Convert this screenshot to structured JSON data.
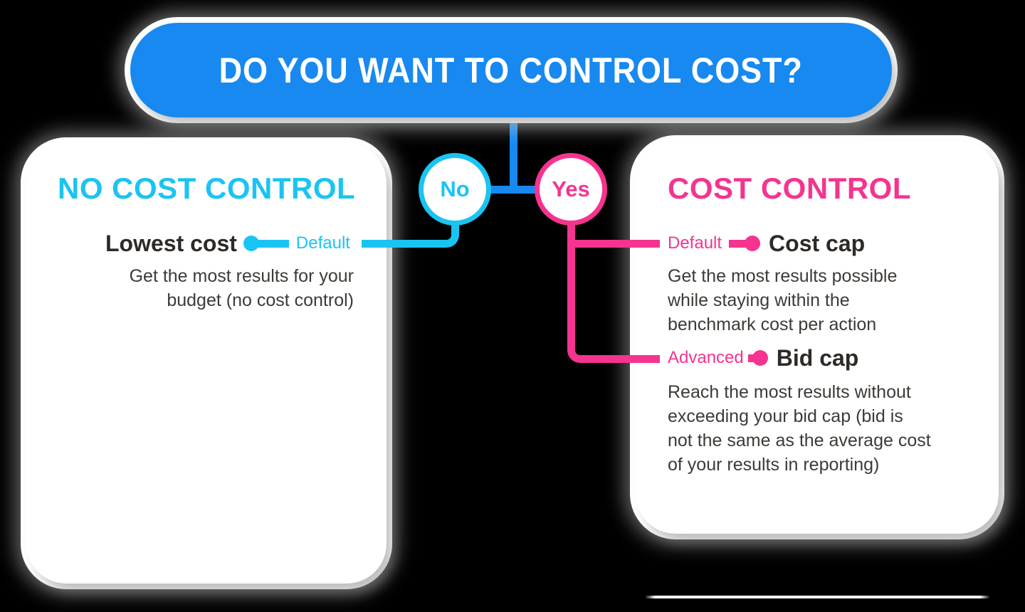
{
  "banner": {
    "title": "DO YOU WANT TO CONTROL COST?"
  },
  "decision": {
    "no": "No",
    "yes": "Yes"
  },
  "left_card": {
    "title": "NO COST CONTROL",
    "option": {
      "name": "Lowest cost",
      "tag": "Default",
      "description": "Get the most results for your\nbudget (no cost control)"
    }
  },
  "right_card": {
    "title": "COST CONTROL",
    "options": [
      {
        "tag": "Default",
        "name": "Cost cap",
        "description": "Get the most results possible\nwhile staying within the\nbenchmark cost per action"
      },
      {
        "tag": "Advanced",
        "name": "Bid cap",
        "description": "Reach the most results without\nexceeding your bid cap (bid is\nnot the same as the average cost\nof your results in reporting)"
      }
    ]
  },
  "colors": {
    "blue": "#1789F0",
    "cyan": "#1AC4F2",
    "pink": "#F4348F",
    "heading": "#2D2A27",
    "body": "#3E3A36"
  }
}
